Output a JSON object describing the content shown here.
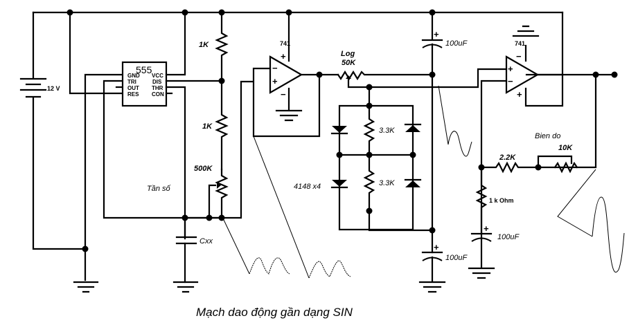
{
  "title": "Mạch dao động gần dạng SIN",
  "battery": {
    "label": "12 V"
  },
  "ic555": {
    "name": "555",
    "left_pins": [
      "GND",
      "TRI",
      "OUT",
      "RES"
    ],
    "right_pins": [
      "VCC",
      "DIS",
      "THR",
      "CON"
    ]
  },
  "resistors": {
    "r1": "1K",
    "r2": "1K",
    "pot_freq": "500K",
    "pot_log_line1": "Log",
    "pot_log_line2": "50K",
    "r_diode_top": "3.3K",
    "r_diode_bottom": "3.3K",
    "r_gain": "2.2K",
    "pot_amp_value": "10K",
    "r_1k": "1 k Ohm"
  },
  "labels": {
    "freq": "Tần số",
    "amp": "Bien do",
    "diodes": "4148 x4"
  },
  "capacitors": {
    "cxx": "Cxx",
    "c_top": "100uF",
    "c_bottom": "100uF",
    "c_gain": "100uF"
  },
  "opamps": {
    "u1": "741",
    "u2": "741"
  },
  "signs": {
    "plus": "+",
    "minus": "−"
  }
}
